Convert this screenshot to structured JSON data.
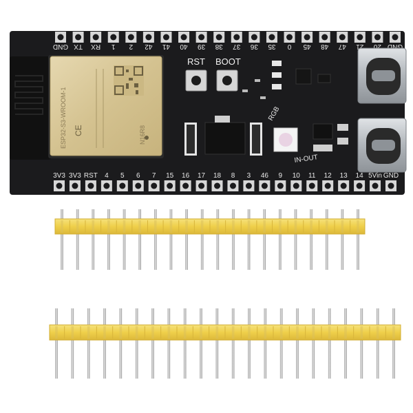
{
  "colors": {
    "background": "#ffffff",
    "pcb": "#1c1c1e",
    "silkscreen": "#e8e8e8",
    "module_shield": "#d9c9a0",
    "header_plastic": "#f2d45a",
    "pin_metal": "#c9c9c9",
    "usb_metal": "#bfc3c7"
  },
  "board": {
    "top_pin_labels": [
      "GND",
      "TX",
      "RX",
      "1",
      "2",
      "42",
      "41",
      "40",
      "39",
      "38",
      "37",
      "36",
      "35",
      "0",
      "45",
      "48",
      "47",
      "21",
      "20",
      "GND"
    ],
    "bottom_pin_labels": [
      "3V3",
      "3V3",
      "RST",
      "4",
      "5",
      "6",
      "7",
      "15",
      "16",
      "17",
      "18",
      "8",
      "3",
      "46",
      "9",
      "10",
      "11",
      "12",
      "13",
      "14",
      "5Vin",
      "GND"
    ],
    "buttons": [
      {
        "label": "RST"
      },
      {
        "label": "BOOT"
      }
    ],
    "module_text": "ESP32-S3-WROOM-1",
    "module_sub": "N16R8",
    "rgb_label": "RGB",
    "inout_label": "IN-OUT",
    "usb_port_count": 2
  },
  "headers": [
    {
      "name": "header-strip-top",
      "pins": 20
    },
    {
      "name": "header-strip-bottom",
      "pins": 22
    }
  ]
}
